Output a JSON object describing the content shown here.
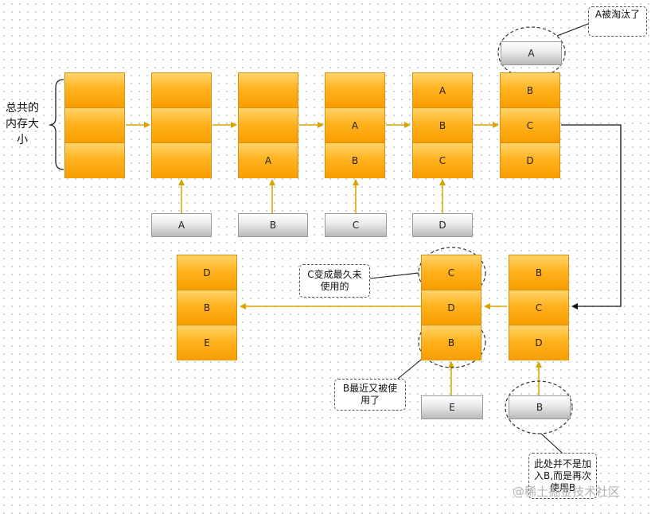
{
  "side_label": [
    "总共的",
    "内存大",
    "小"
  ],
  "blocks": [
    {
      "id": "b1",
      "cells": [
        "",
        "",
        ""
      ]
    },
    {
      "id": "b2",
      "cells": [
        "",
        "",
        ""
      ]
    },
    {
      "id": "b3",
      "cells": [
        "",
        "",
        "A"
      ]
    },
    {
      "id": "b4",
      "cells": [
        "",
        "A",
        "B"
      ]
    },
    {
      "id": "b5",
      "cells": [
        "A",
        "B",
        "C"
      ]
    },
    {
      "id": "b6",
      "cells": [
        "B",
        "C",
        "D"
      ]
    },
    {
      "id": "b7",
      "cells": [
        "B",
        "C",
        "D"
      ]
    },
    {
      "id": "b8",
      "cells": [
        "C",
        "D",
        "B"
      ]
    },
    {
      "id": "b9",
      "cells": [
        "D",
        "B",
        "E"
      ]
    }
  ],
  "inputs": [
    "A",
    "B",
    "C",
    "D",
    "E",
    "B"
  ],
  "evicted_item": "A",
  "callouts": {
    "evicted": "A被淘汰了",
    "least_recent": [
      "C变成最久未",
      "使用的"
    ],
    "reused": [
      "B最近又被使",
      "用了"
    ],
    "not_added": [
      "此处并不是加",
      "入B,而是再次",
      "使用B"
    ]
  },
  "watermark": "@稀土掘金技术社区"
}
